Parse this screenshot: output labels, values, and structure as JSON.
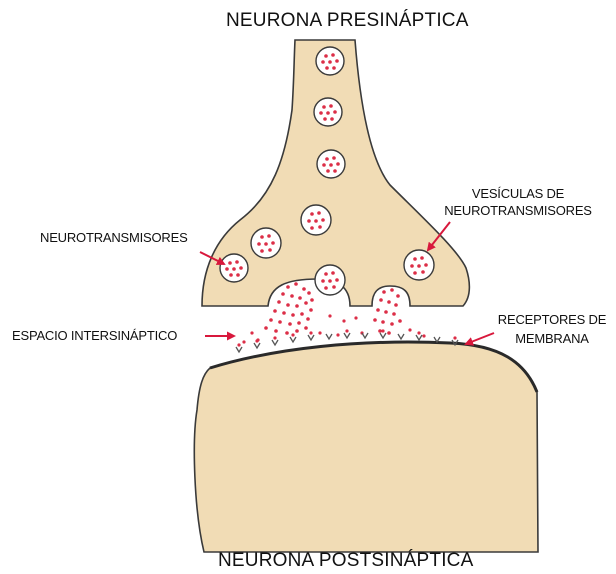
{
  "labels": {
    "top_title": "NEURONA PRESINÁPTICA",
    "bottom_title": "NEURONA POSTSINÁPTICA",
    "neurotransmitters": "NEUROTRANSMISORES",
    "vesicles_line1": "VESÍCULAS DE",
    "vesicles_line2": "NEUROTRANSMISORES",
    "synaptic_space": "ESPACIO INTERSINÁPTICO",
    "receptors_line1": "RECEPTORES DE",
    "receptors_line2": "MEMBRANA"
  },
  "colors": {
    "cell_fill": "#f1dcb5",
    "outline": "#3a3a3a",
    "vesicle_fill": "#ffffff",
    "dot": "#dc2e47",
    "arrow": "#d8183c",
    "receptor": "#555555"
  }
}
